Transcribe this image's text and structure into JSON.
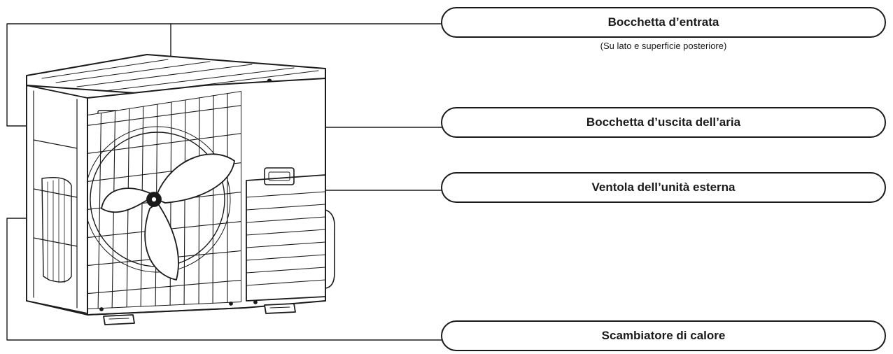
{
  "labels": {
    "inlet": "Bocchetta d’entrata",
    "inlet_note": "(Su lato e superficie posteriore)",
    "outlet": "Bocchetta d’uscita dell’aria",
    "fan": "Ventola dell’unità esterna",
    "exchanger": "Scambiatore di calore"
  },
  "illustration": {
    "subject": "outdoor-air-conditioner-unit",
    "line_color": "#1a1a1a",
    "background": "#ffffff"
  }
}
